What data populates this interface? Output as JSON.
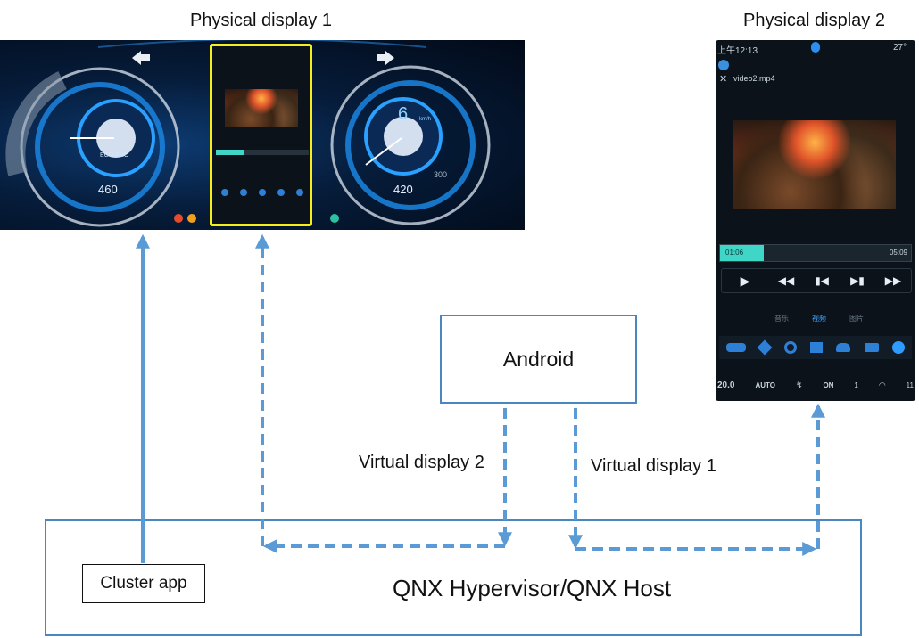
{
  "labels": {
    "physical_display_1": "Physical display 1",
    "physical_display_2": "Physical display 2",
    "android": "Android",
    "virtual_display_2": "Virtual display 2",
    "virtual_display_1": "Virtual display 1",
    "cluster_app": "Cluster app",
    "qnx_host": "QNX Hypervisor/QNX Host"
  },
  "cluster": {
    "left_gauge_value": "460",
    "left_gauge_mode": "ECO PRO",
    "right_gauge_value": "420",
    "right_gauge_speed": "6",
    "right_gauge_unit": "km/h",
    "right_gauge_max": "300"
  },
  "phone": {
    "status_time": "上午12:13",
    "status_temp": "27°",
    "video_name": "video2.mp4",
    "time_elapsed": "01:06",
    "time_total": "05:09",
    "tabs": [
      "音乐",
      "视频",
      "图片"
    ],
    "active_tab_index": 1,
    "climate_items": [
      "20.0",
      "AUTO",
      "ON",
      "1",
      "11"
    ],
    "progress": 0.23
  },
  "colors": {
    "arrow": "#5b9bd5",
    "box_border": "#4a86c0",
    "highlight": "#f5ee1c",
    "accent_teal": "#3fd6c8"
  }
}
